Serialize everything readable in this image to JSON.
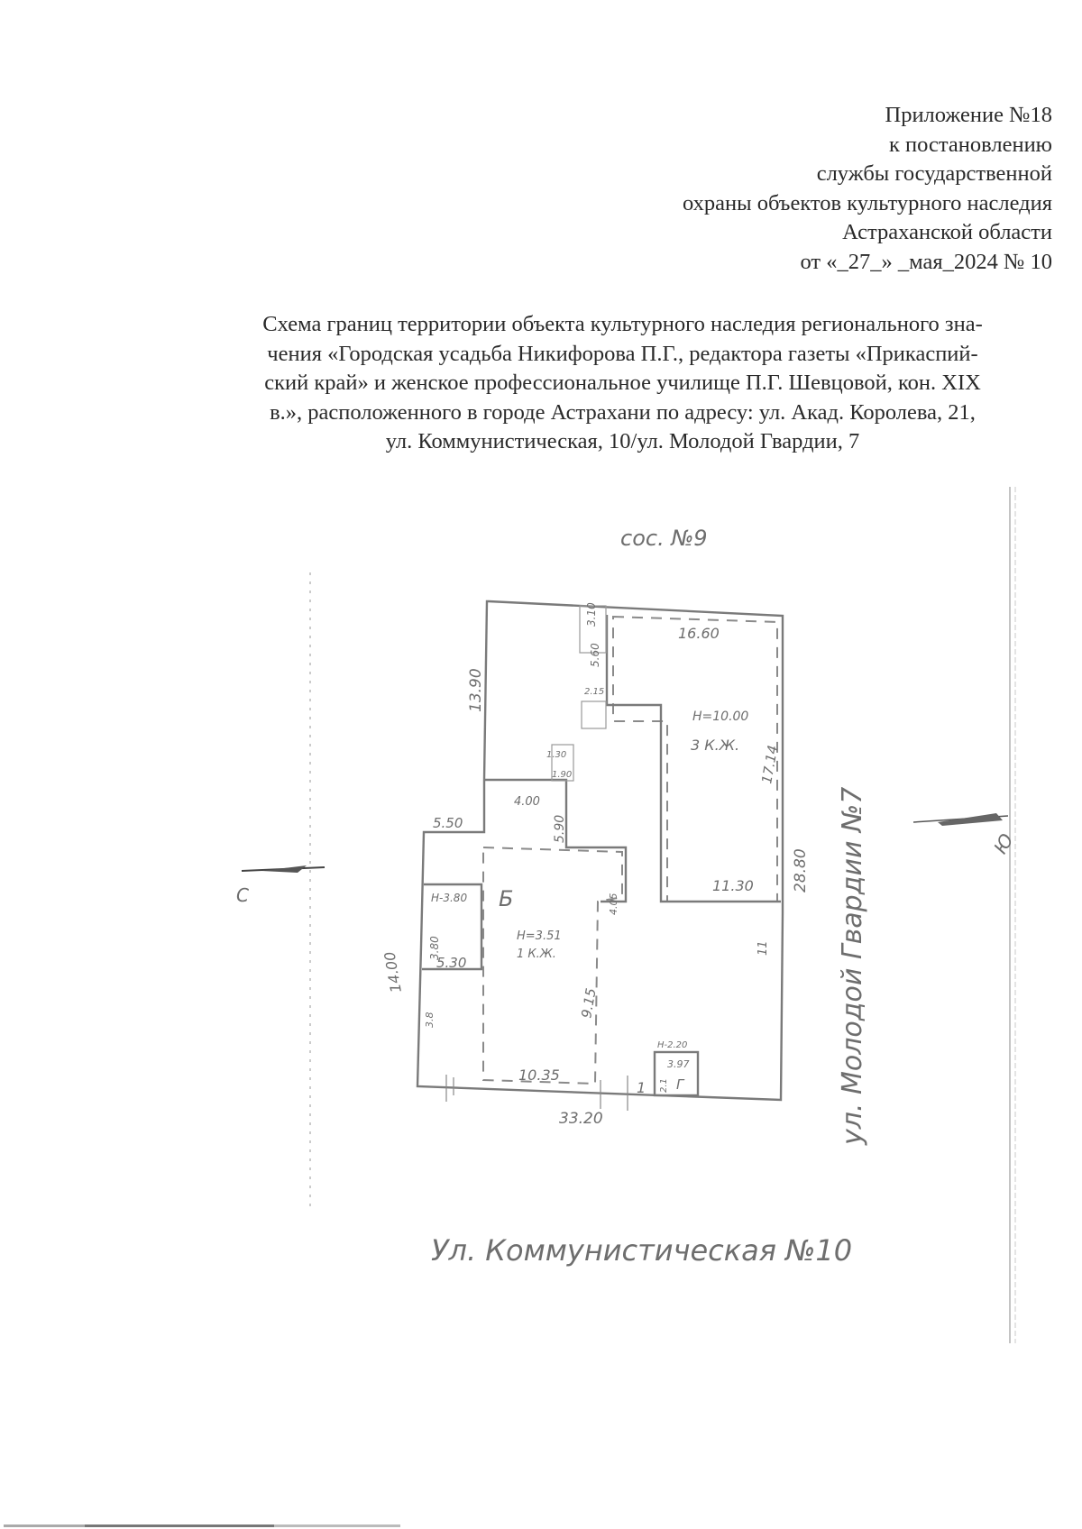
{
  "appendix": {
    "lines": [
      "Приложение №18",
      "к постановлению",
      "службы государственной",
      "охраны объектов культурного наследия",
      "Астраханской области",
      "от «_27_» _мая_2024 № 10"
    ]
  },
  "title": {
    "lines": [
      "Схема границ территории объекта культурного наследия регионального зна-",
      "чения «Городская усадьба Никифорова П.Г., редактора газеты «Прикаспий-",
      "ский край» и женское профессиональное училище П.Г. Шевцовой, кон. XIX",
      "в.», расположенного в городе Астрахани по адресу: ул. Акад. Королева, 21,",
      "ул. Коммунистическая, 10/ул. Молодой Гвардии, 7"
    ]
  },
  "plan": {
    "neighbor_top": "сос. №9",
    "street_bottom": "Ул. Коммунистическая №10",
    "street_right": "ул. Молодой Гвардии №7",
    "north_arrow_left_label": "С",
    "north_arrow_right_label": "Ю",
    "dimensions": {
      "top_right_width": "16.60",
      "left_upper_height": "13.90",
      "main_building_area": "Н=10.00",
      "main_building_floors": "3 К.Ж.",
      "main_building_height": "17.14",
      "main_building_bottom": "11.30",
      "right_total": "28.80",
      "right_lower": "11",
      "small_top_1": "5.60",
      "small_top_2": "3.10",
      "small_stair": "2.15",
      "mid_width": "4.00",
      "mid_height": "5.90",
      "small_mid": "1.30",
      "small_mid_2": "1.90",
      "left_wing_width": "5.50",
      "left_wing_inner": "Н-3.80",
      "left_wing_lower": "5.30",
      "left_total": "14.00",
      "left_side_small": "3.80",
      "left_bottom_small": "3.8",
      "letter_b": "Б",
      "lower_building_area": "Н=3.51",
      "lower_building_floors": "1 К.Ж.",
      "lower_building_side": "9.15",
      "lower_building_right": "4.05",
      "lower_building_bottom": "10.35",
      "bottom_total": "33.20",
      "gate_mark": "1",
      "small_box_height": "Н-2.20",
      "small_box_width": "3.97",
      "small_box_letter": "Г",
      "small_box_side": "2.1"
    }
  }
}
